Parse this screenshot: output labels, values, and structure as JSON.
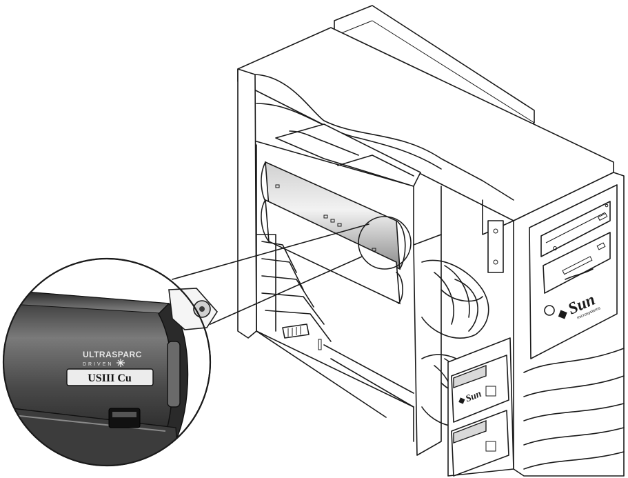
{
  "front_logo": {
    "brand": "Sun",
    "sub": "microsystems"
  },
  "drive_bay_logo": {
    "brand": "Sun"
  },
  "callout": {
    "cpu_logo_line1": "ULTRASPARC",
    "cpu_logo_line2": "DRIVEN",
    "cpu_label": "USIII Cu"
  },
  "colors": {
    "ink": "#1a1a1a",
    "module_metal": "#6b6b6b",
    "background": "#ffffff"
  }
}
